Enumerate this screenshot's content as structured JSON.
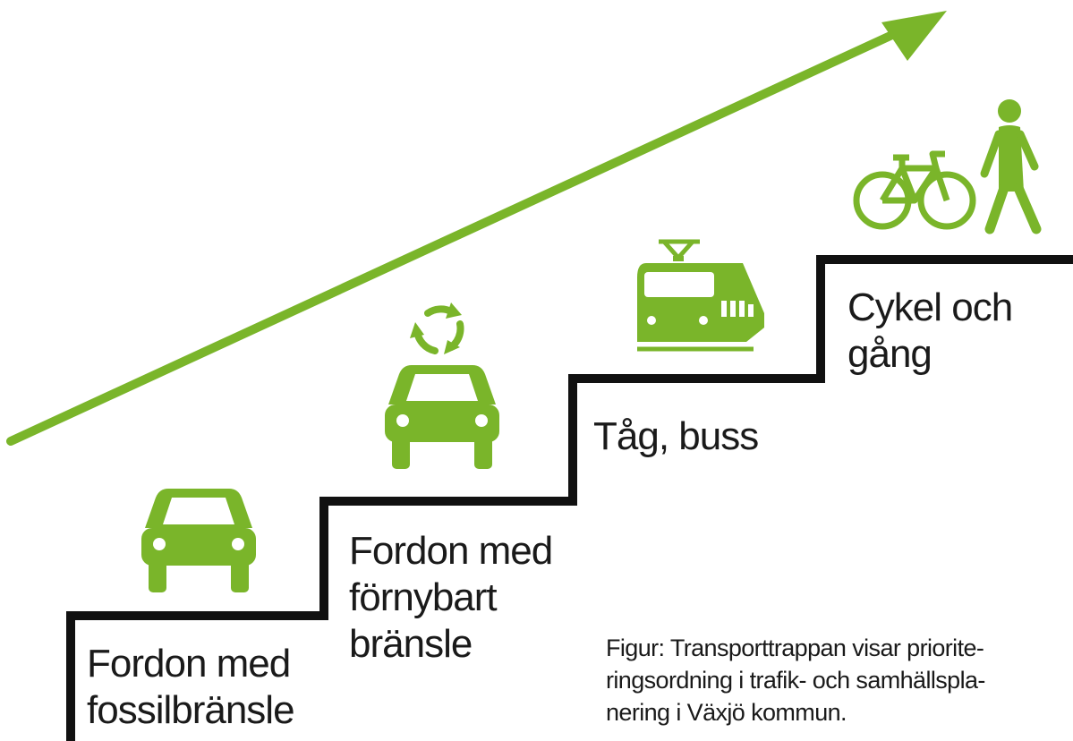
{
  "colors": {
    "accent": "#7ab52a",
    "line": "#111111",
    "text": "#1a1a1a"
  },
  "steps": [
    {
      "label_lines": [
        "Fordon med",
        "fossilbränsle"
      ],
      "icon": "car-icon"
    },
    {
      "label_lines": [
        "Fordon med",
        "förnybart",
        "bränsle"
      ],
      "icon": "car-recycle-icon"
    },
    {
      "label_lines": [
        "Tåg, buss"
      ],
      "icon": "train-icon"
    },
    {
      "label_lines": [
        "Cykel och",
        "gång"
      ],
      "icon": "bicycle-pedestrian-icon"
    }
  ],
  "arrow": {
    "icon": "priority-arrow-icon"
  },
  "caption_lines": [
    "Figur: Transporttrappan visar priorite-",
    "ringsordning i trafik- och samhällspla-",
    "nering i Växjö kommun."
  ]
}
